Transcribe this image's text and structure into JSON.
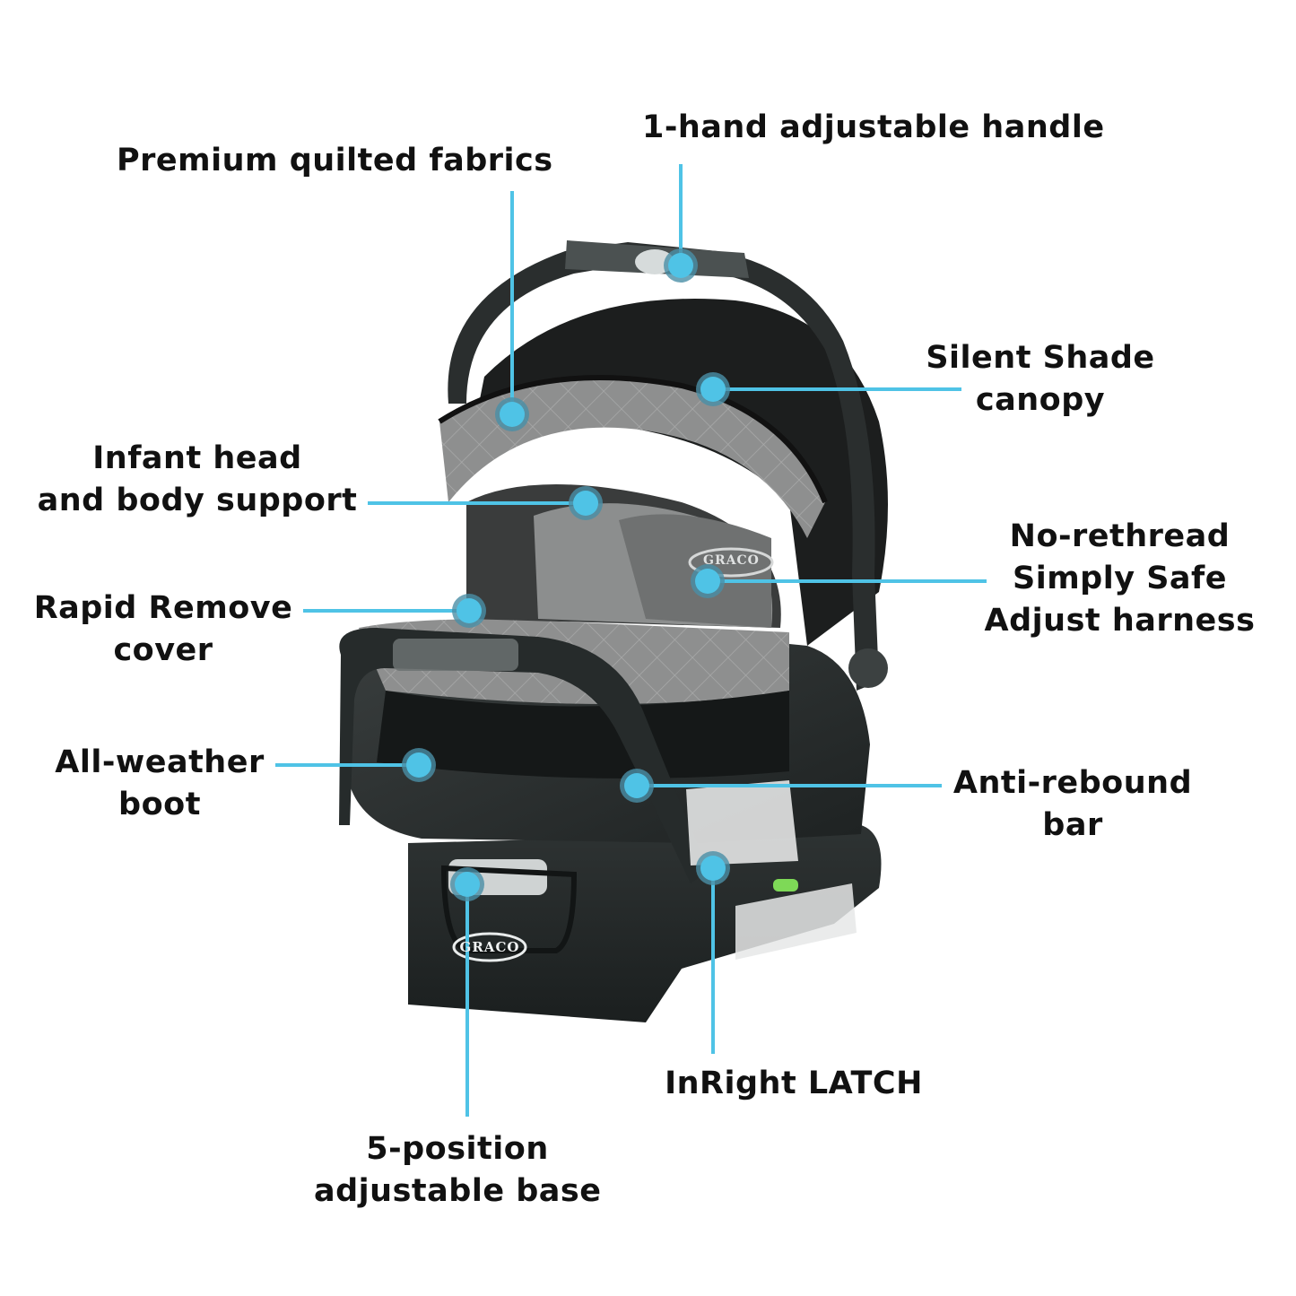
{
  "product": {
    "brand": "GRACO",
    "base_brand": "GRACO"
  },
  "colors": {
    "callout": "#4fc3e6",
    "callout_ring": "#4a8fa6",
    "text": "#111111",
    "background": "#ffffff",
    "shell_dark": "#2b2f2f",
    "fabric_grey": "#8f9090",
    "canopy_black": "#1c1e1e"
  },
  "callouts": [
    {
      "id": "handle",
      "lines": [
        "1-hand adjustable handle"
      ],
      "dot": [
        759,
        296
      ]
    },
    {
      "id": "fabrics",
      "lines": [
        "Premium quilted fabrics"
      ],
      "dot": [
        571,
        462
      ]
    },
    {
      "id": "canopy",
      "lines": [
        "Silent Shade",
        "canopy"
      ],
      "dot": [
        795,
        434
      ]
    },
    {
      "id": "head-support",
      "lines": [
        "Infant head",
        "and body support"
      ],
      "dot": [
        653,
        561
      ]
    },
    {
      "id": "harness",
      "lines": [
        "No-rethread",
        "Simply Safe",
        "Adjust harness"
      ],
      "dot": [
        789,
        648
      ]
    },
    {
      "id": "cover",
      "lines": [
        "Rapid Remove",
        "cover"
      ],
      "dot": [
        523,
        681
      ]
    },
    {
      "id": "boot",
      "lines": [
        "All-weather",
        "boot"
      ],
      "dot": [
        467,
        853
      ]
    },
    {
      "id": "anti-rebound",
      "lines": [
        "Anti-rebound",
        "bar"
      ],
      "dot": [
        710,
        876
      ]
    },
    {
      "id": "latch",
      "lines": [
        "InRight LATCH"
      ],
      "dot": [
        795,
        968
      ]
    },
    {
      "id": "base",
      "lines": [
        "5-position",
        "adjustable base"
      ],
      "dot": [
        521,
        986
      ]
    }
  ]
}
